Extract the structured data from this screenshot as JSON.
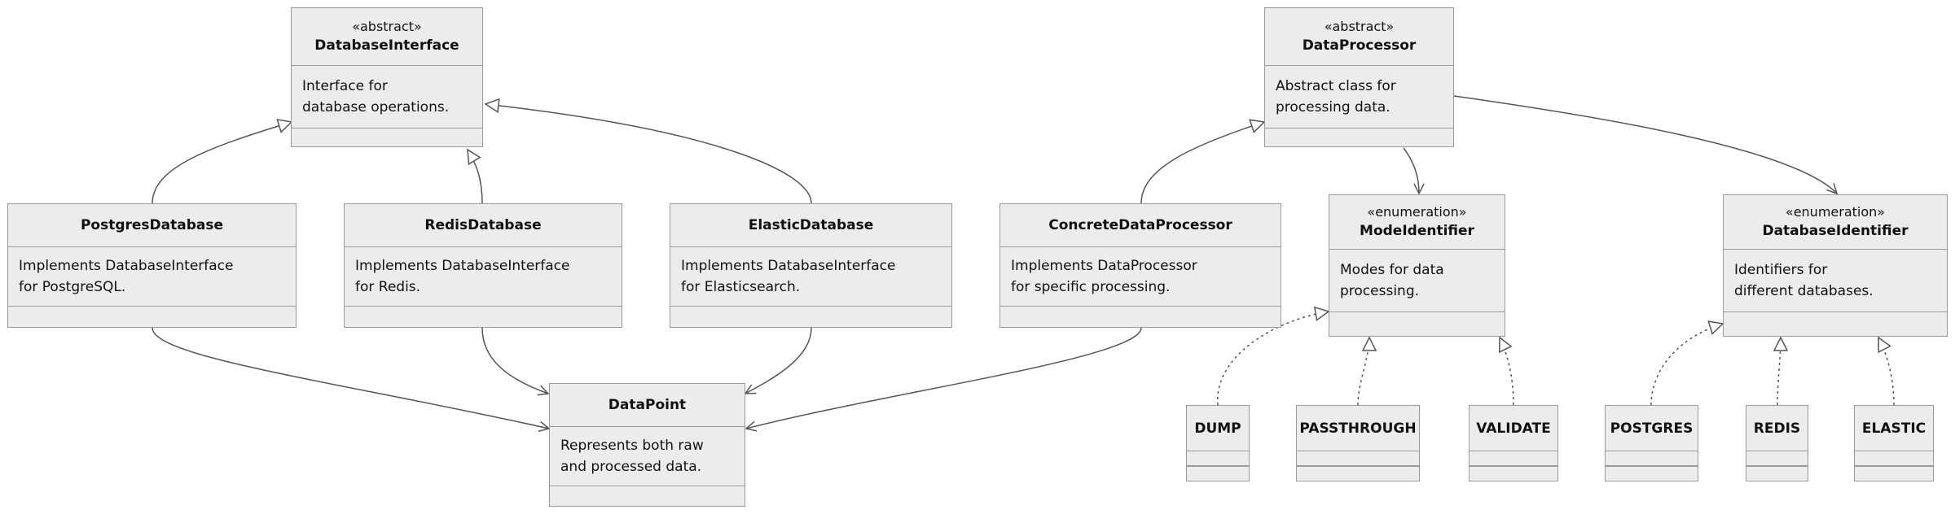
{
  "diagram": {
    "classes": [
      {
        "id": "DatabaseInterface",
        "stereotype": "«abstract»",
        "name": "DatabaseInterface",
        "lines": [
          "Interface for",
          "database operations."
        ]
      },
      {
        "id": "DataProcessor",
        "stereotype": "«abstract»",
        "name": "DataProcessor",
        "lines": [
          "Abstract class for",
          "processing data."
        ]
      },
      {
        "id": "PostgresDatabase",
        "stereotype": "",
        "name": "PostgresDatabase",
        "lines": [
          "Implements DatabaseInterface",
          "for PostgreSQL."
        ]
      },
      {
        "id": "RedisDatabase",
        "stereotype": "",
        "name": "RedisDatabase",
        "lines": [
          "Implements DatabaseInterface",
          "for Redis."
        ]
      },
      {
        "id": "ElasticDatabase",
        "stereotype": "",
        "name": "ElasticDatabase",
        "lines": [
          "Implements DatabaseInterface",
          "for Elasticsearch."
        ]
      },
      {
        "id": "ConcreteDataProcessor",
        "stereotype": "",
        "name": "ConcreteDataProcessor",
        "lines": [
          "Implements DataProcessor",
          "for specific processing."
        ]
      },
      {
        "id": "ModeIdentifier",
        "stereotype": "«enumeration»",
        "name": "ModeIdentifier",
        "lines": [
          "Modes for data",
          "processing."
        ]
      },
      {
        "id": "DatabaseIdentifier",
        "stereotype": "«enumeration»",
        "name": "DatabaseIdentifier",
        "lines": [
          "Identifiers for",
          "different databases."
        ]
      },
      {
        "id": "DataPoint",
        "stereotype": "",
        "name": "DataPoint",
        "lines": [
          "Represents both raw",
          "and processed data."
        ]
      },
      {
        "id": "DUMP",
        "stereotype": "",
        "name": "DUMP",
        "lines": []
      },
      {
        "id": "PASSTHROUGH",
        "stereotype": "",
        "name": "PASSTHROUGH",
        "lines": []
      },
      {
        "id": "VALIDATE",
        "stereotype": "",
        "name": "VALIDATE",
        "lines": []
      },
      {
        "id": "POSTGRES",
        "stereotype": "",
        "name": "POSTGRES",
        "lines": []
      },
      {
        "id": "REDIS",
        "stereotype": "",
        "name": "REDIS",
        "lines": []
      },
      {
        "id": "ELASTIC",
        "stereotype": "",
        "name": "ELASTIC",
        "lines": []
      }
    ],
    "relations": [
      {
        "from": "PostgresDatabase",
        "to": "DatabaseInterface",
        "kind": "inheritance"
      },
      {
        "from": "RedisDatabase",
        "to": "DatabaseInterface",
        "kind": "inheritance"
      },
      {
        "from": "ElasticDatabase",
        "to": "DatabaseInterface",
        "kind": "inheritance"
      },
      {
        "from": "ConcreteDataProcessor",
        "to": "DataProcessor",
        "kind": "inheritance"
      },
      {
        "from": "DataProcessor",
        "to": "ModeIdentifier",
        "kind": "association"
      },
      {
        "from": "DataProcessor",
        "to": "DatabaseIdentifier",
        "kind": "association"
      },
      {
        "from": "PostgresDatabase",
        "to": "DataPoint",
        "kind": "association"
      },
      {
        "from": "RedisDatabase",
        "to": "DataPoint",
        "kind": "association"
      },
      {
        "from": "ElasticDatabase",
        "to": "DataPoint",
        "kind": "association"
      },
      {
        "from": "ConcreteDataProcessor",
        "to": "DataPoint",
        "kind": "association"
      },
      {
        "from": "DUMP",
        "to": "ModeIdentifier",
        "kind": "realization"
      },
      {
        "from": "PASSTHROUGH",
        "to": "ModeIdentifier",
        "kind": "realization"
      },
      {
        "from": "VALIDATE",
        "to": "ModeIdentifier",
        "kind": "realization"
      },
      {
        "from": "POSTGRES",
        "to": "DatabaseIdentifier",
        "kind": "realization"
      },
      {
        "from": "REDIS",
        "to": "DatabaseIdentifier",
        "kind": "realization"
      },
      {
        "from": "ELASTIC",
        "to": "DatabaseIdentifier",
        "kind": "realization"
      }
    ]
  },
  "colors": {
    "node_fill": "#ececec",
    "node_border": "#9a9a9a",
    "edge": "#555555",
    "text": "#111111"
  }
}
